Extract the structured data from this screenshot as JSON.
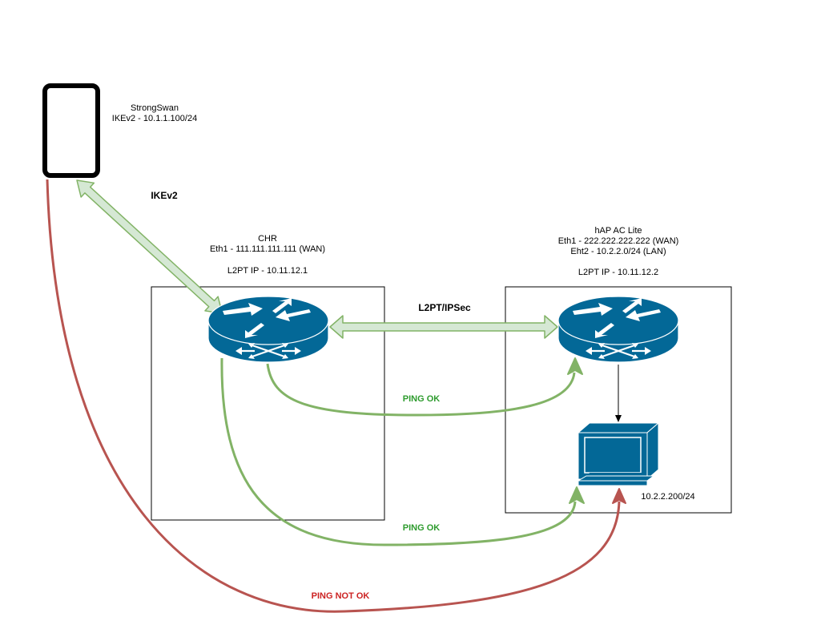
{
  "phone": {
    "app": "StrongSwan",
    "address": "IKEv2 - 10.1.1.100/24"
  },
  "links": {
    "ikev2": "IKEv2",
    "l2pt_ipsec": "L2PT/IPSec",
    "ping_ok_1": "PING OK",
    "ping_ok_2": "PING OK",
    "ping_not_ok": "PING NOT OK"
  },
  "chr": {
    "name": "CHR",
    "eth1": "Eth1 - 111.111.111.111 (WAN)",
    "l2pt_ip": "L2PT IP - 10.11.12.1"
  },
  "hap": {
    "name": "hAP AC Lite",
    "eth1": "Eth1 - 222.222.222.222 (WAN)",
    "eth2": "Eht2 - 10.2.2.0/24 (LAN)",
    "l2pt_ip": "L2PT IP - 10.11.12.2"
  },
  "pc": {
    "address": "10.2.2.200/24"
  },
  "colors": {
    "router": "#036897",
    "ok_arrow": "#82b366",
    "bad_arrow": "#b85450",
    "tunnel_fill": "#d5e8d4",
    "ok_text": "#2d9b2d",
    "bad_text": "#cc2222"
  }
}
